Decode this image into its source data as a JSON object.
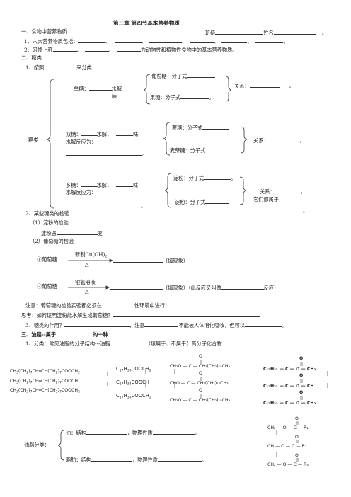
{
  "title": "第三章  第四节基本营养物质",
  "s1": {
    "heading": "一、食物中营养物质",
    "class_label": "班级",
    "name_label": "姓名",
    "end_dot": "。"
  },
  "q1": {
    "lead": "1、六大营养物质包括：",
    "sep": "、",
    "end": "。"
  },
  "q2": {
    "lead": "2、习惯上称",
    "sep": "、",
    "tail": "为动物性和植物性食物中的基本营养物质。"
  },
  "s2": {
    "heading": "二、糖类",
    "classify_lead": "1、按照",
    "classify_tail": "来分类"
  },
  "saccharide": {
    "label": "糖类",
    "mono": {
      "name": "单糖：",
      "hydro": "水解",
      "taste": "味",
      "glucose": "葡萄糖：分子式",
      "fructose": "果糖：分子式",
      "relation": "关系：",
      "rel_end": "。"
    },
    "di": {
      "name": "双糖：",
      "hydro": "水解，",
      "taste": "味",
      "reaction": "水解反应为：",
      "dot": "。",
      "sucrose": "蔗糖：分子式",
      "maltose": "麦芽糖：分子式",
      "relation": "关系：",
      "rel_end": "。"
    },
    "poly": {
      "name": "多糖：",
      "hydro": "水解，",
      "taste": "味",
      "reaction": "水解反应为：",
      "dot": "。",
      "starch": "淀粉：分子式",
      "cellulose": "淀粉：分子式",
      "relation": "关系：",
      "rel_end": "。",
      "belong": "它们都属于",
      "belong_end": "。"
    }
  },
  "test": {
    "heading": "2、某些糖类的检验",
    "starch_title": "（1）淀粉的检验",
    "starch_line_a": "淀粉遇",
    "starch_line_b": "变",
    "glucose_title": "（2）葡萄糖的检验",
    "r1_label": "①葡萄糖",
    "r1_reagent": "新制Cu(OH)",
    "r1_sub": "2",
    "r1_heat": "△",
    "r1_note": "（填现象）",
    "r2_label": "②葡萄糖",
    "r2_reagent": "银氨溶液",
    "r2_heat": "△",
    "r2_note_a": "（填现象）（此反应又叫做",
    "r2_note_b": "反应）",
    "caution_a": "注意：葡萄糖的检验实验都必须在",
    "caution_b": "性环境中进行！",
    "think": "思考：如何证明淀粉能水解生成葡萄糖？",
    "use_a": "3、糖类的作用？",
    "use_b": "，注意",
    "use_c": "不能被人体消化吸收，但可以",
    "use_end": "。"
  },
  "s3": {
    "heading_a": "三、油脂--属于",
    "heading_b": "的一种",
    "cls_a": "1、分类：常见油脂的分子结构---油脂",
    "cls_b": "（填属于、不属于）高分子化合物"
  },
  "chem": {
    "f1": [
      {
        "pre": "CH",
        "s1": "3",
        "mid": "(CH",
        "s2": "2",
        "m2": ")",
        "s3": "7",
        "post": "CH═CH(CH",
        "s4": "2",
        "m4": ")",
        "s5": "7",
        "end": "COOCH",
        "s6": "2"
      },
      {
        "pre": "CH",
        "s1": "3",
        "mid": "(CH",
        "s2": "2",
        "m2": ")",
        "s3": "7",
        "post": "CH═CH(CH",
        "s4": "2",
        "m4": ")",
        "s5": "7",
        "end": "COOCH",
        "s6": ""
      },
      {
        "pre": "CH",
        "s1": "3",
        "mid": "(CH",
        "s2": "2",
        "m2": ")",
        "s3": "7",
        "post": "CH═CH(CH",
        "s4": "2",
        "m4": ")",
        "s5": "7",
        "end": "COOCH",
        "s6": "2"
      }
    ],
    "f2": [
      {
        "a": "C",
        "s1": "17",
        "b": "H",
        "s2": "33",
        "c": "COOCH",
        "s3": "2"
      },
      {
        "a": "C",
        "s1": "17",
        "b": "H",
        "s2": "33",
        "c": "COOCH",
        "s3": ""
      },
      {
        "a": "C",
        "s1": "17",
        "b": "H",
        "s2": "35",
        "c": "COOCH",
        "s3": "2"
      }
    ],
    "f3": {
      "r1": "CH₂O — C — CH₂(CH₂)₁₅CH₃",
      "r2": "CHO — C — CH₂(CH₂)₁₅CH₃",
      "r3": "CH₂O — C — CH₂(CH₂)₁₅CH₃",
      "o": "O"
    },
    "f4": {
      "r1": "C₁₇H₃₃ — C — O — CH₂",
      "r2": "C₁₇H₃₃ — C — O — CH",
      "r3": "C₁₇H₃₃ — C — O — CH₂",
      "o": "O"
    },
    "f5": {
      "r1": "CH₂ — O — C — R₁",
      "r2": "CH — O — C — R₂",
      "r3": "CH₂ — O — C — R₃",
      "o": "O"
    }
  },
  "fat": {
    "label": "油脂分类：",
    "oil_a": "油：结构",
    "oil_b": "，物理性质",
    "oil_end": "。",
    "fat_a": "脂肪：结构",
    "fat_b": "，物理性质",
    "fat_end": "。"
  }
}
